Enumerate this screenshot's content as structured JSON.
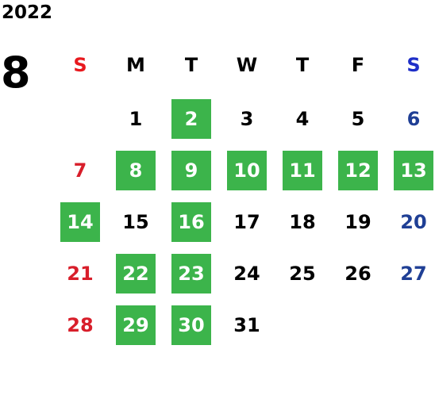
{
  "calendar": {
    "year": "2022",
    "month": "8",
    "colors": {
      "highlight_bg": "#3cb44b",
      "highlight_text": "#ffffff",
      "sunday_header": "#e8191e",
      "saturday_header": "#1e2ec8",
      "sunday_date": "#d81e2a",
      "saturday_date": "#1f3f95",
      "weekday_text": "#000000"
    },
    "weekdays": [
      "S",
      "M",
      "T",
      "W",
      "T",
      "F",
      "S"
    ],
    "weeks": [
      [
        null,
        {
          "day": "1",
          "hl": false
        },
        {
          "day": "2",
          "hl": true
        },
        {
          "day": "3",
          "hl": false
        },
        {
          "day": "4",
          "hl": false
        },
        {
          "day": "5",
          "hl": false
        },
        {
          "day": "6",
          "hl": false
        }
      ],
      [
        {
          "day": "7",
          "hl": false
        },
        {
          "day": "8",
          "hl": true
        },
        {
          "day": "9",
          "hl": true
        },
        {
          "day": "10",
          "hl": true
        },
        {
          "day": "11",
          "hl": true
        },
        {
          "day": "12",
          "hl": true
        },
        {
          "day": "13",
          "hl": true
        }
      ],
      [
        {
          "day": "14",
          "hl": true
        },
        {
          "day": "15",
          "hl": false
        },
        {
          "day": "16",
          "hl": true
        },
        {
          "day": "17",
          "hl": false
        },
        {
          "day": "18",
          "hl": false
        },
        {
          "day": "19",
          "hl": false
        },
        {
          "day": "20",
          "hl": false
        }
      ],
      [
        {
          "day": "21",
          "hl": false
        },
        {
          "day": "22",
          "hl": true
        },
        {
          "day": "23",
          "hl": true
        },
        {
          "day": "24",
          "hl": false
        },
        {
          "day": "25",
          "hl": false
        },
        {
          "day": "26",
          "hl": false
        },
        {
          "day": "27",
          "hl": false
        }
      ],
      [
        {
          "day": "28",
          "hl": false
        },
        {
          "day": "29",
          "hl": true
        },
        {
          "day": "30",
          "hl": true
        },
        {
          "day": "31",
          "hl": false
        },
        null,
        null,
        null
      ]
    ]
  }
}
